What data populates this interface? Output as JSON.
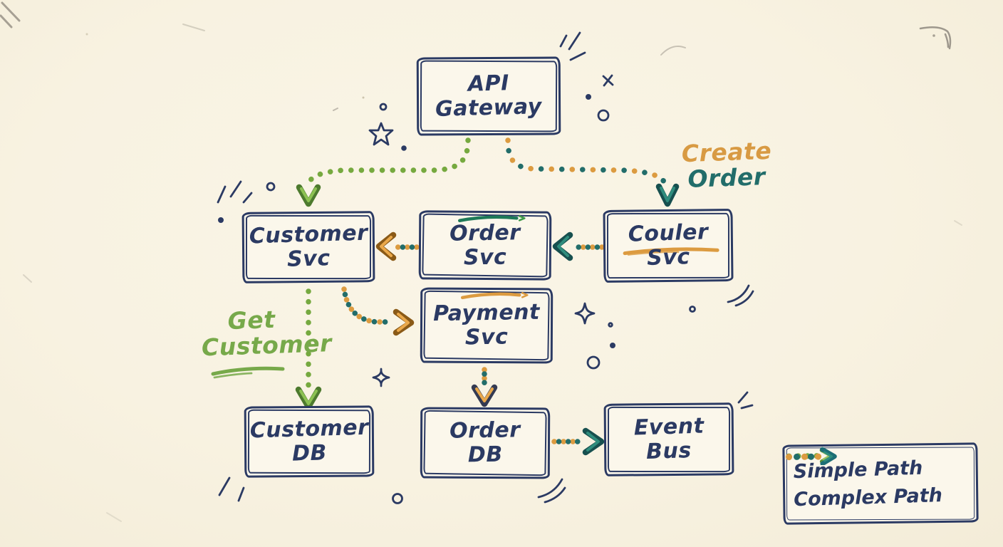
{
  "diagram": {
    "title_implied": "",
    "nodes": {
      "api_gateway": {
        "line1": "API",
        "line2": "Gateway"
      },
      "customer_svc": {
        "line1": "Customer",
        "line2": "Svc"
      },
      "order_svc": {
        "line1": "Order",
        "line2": "Svc"
      },
      "couler_svc": {
        "line1": "Couler",
        "line2": "Svc"
      },
      "payment_svc": {
        "line1": "Payment",
        "line2": "Svc"
      },
      "customer_db": {
        "line1": "Customer",
        "line2": "DB"
      },
      "order_db": {
        "line1": "Order",
        "line2": "DB"
      },
      "event_bus": {
        "line1": "Event",
        "line2": "Bus"
      }
    },
    "edges": [
      {
        "from": "api_gateway",
        "to": "customer_svc",
        "type": "simple"
      },
      {
        "from": "api_gateway",
        "to": "couler_svc",
        "type": "complex"
      },
      {
        "from": "couler_svc",
        "to": "order_svc",
        "type": "complex"
      },
      {
        "from": "order_svc",
        "to": "customer_svc",
        "type": "complex"
      },
      {
        "from": "customer_svc",
        "to": "payment_svc",
        "type": "complex"
      },
      {
        "from": "customer_svc",
        "to": "customer_db",
        "type": "simple"
      },
      {
        "from": "payment_svc",
        "to": "order_db",
        "type": "complex"
      },
      {
        "from": "order_db",
        "to": "event_bus",
        "type": "complex"
      }
    ],
    "annotations": {
      "create_order": {
        "line1": "Create",
        "line2": "Order",
        "line1_color": "#d89a43",
        "line2_color": "#226d6a"
      },
      "get_customer": {
        "line1": "Get",
        "line2": "Customer",
        "color": "#77a94a"
      }
    },
    "legend": {
      "simple": {
        "label": "Simple Path"
      },
      "complex": {
        "label": "Complex Path"
      }
    },
    "colors": {
      "background": "#f8f2e1",
      "ink_navy": "#2b3a63",
      "simple_green": "#76a93f",
      "complex_orange": "#dc9b40",
      "complex_teal": "#226d6a"
    }
  }
}
